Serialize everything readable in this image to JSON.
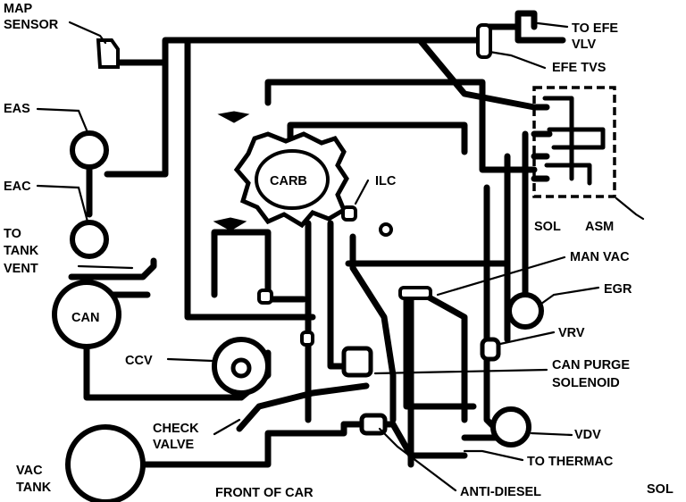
{
  "diagram": {
    "labels": {
      "map_sensor_l1": "MAP",
      "map_sensor_l2": "SENSOR",
      "eas": "EAS",
      "eac": "EAC",
      "to_tank_vent_l1": "TO",
      "to_tank_vent_l2": "TANK",
      "to_tank_vent_l3": "VENT",
      "can": "CAN",
      "ccv": "CCV",
      "check_valve_l1": "CHECK",
      "check_valve_l2": "VALVE",
      "vac_tank_l1": "VAC",
      "vac_tank_l2": "TANK",
      "front_of_car": "FRONT OF CAR",
      "carb": "CARB",
      "ilc": "ILC",
      "to_efe_vlv_l1": "TO EFE",
      "to_efe_vlv_l2": "VLV",
      "efe_tvs": "EFE TVS",
      "sol_top": "SOL",
      "asm": "ASM",
      "man_vac": "MAN VAC",
      "egr": "EGR",
      "vrv": "VRV",
      "can_purge_l1": "CAN PURGE",
      "can_purge_l2": "SOLENOID",
      "vdv": "VDV",
      "to_thermac": "TO THERMAC",
      "anti_diesel": "ANTI-DIESEL",
      "sol_bottom": "SOL"
    }
  }
}
